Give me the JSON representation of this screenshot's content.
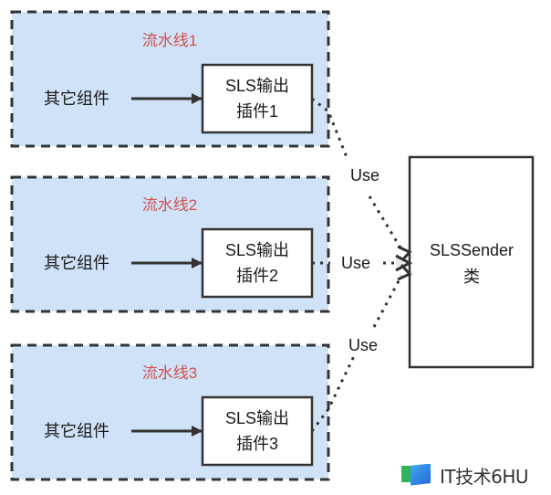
{
  "pipelines": [
    {
      "title": "流水线1",
      "source_label": "其它组件",
      "plugin_line1": "SLS输出",
      "plugin_line2": "插件1"
    },
    {
      "title": "流水线2",
      "source_label": "其它组件",
      "plugin_line1": "SLS输出",
      "plugin_line2": "插件2"
    },
    {
      "title": "流水线3",
      "source_label": "其它组件",
      "plugin_line1": "SLS输出",
      "plugin_line2": "插件3"
    }
  ],
  "sender": {
    "line1": "SLSSender",
    "line2": "类"
  },
  "relations": [
    {
      "from": "插件1",
      "to": "SLSSender",
      "label": "Use"
    },
    {
      "from": "插件2",
      "to": "SLSSender",
      "label": "Use"
    },
    {
      "from": "插件3",
      "to": "SLSSender",
      "label": "Use"
    }
  ],
  "colors": {
    "pipeline_fill": "#cfe2f7",
    "border": "#333333",
    "title_red": "#d0504b"
  },
  "watermark": {
    "text": "IT技术6HU"
  }
}
